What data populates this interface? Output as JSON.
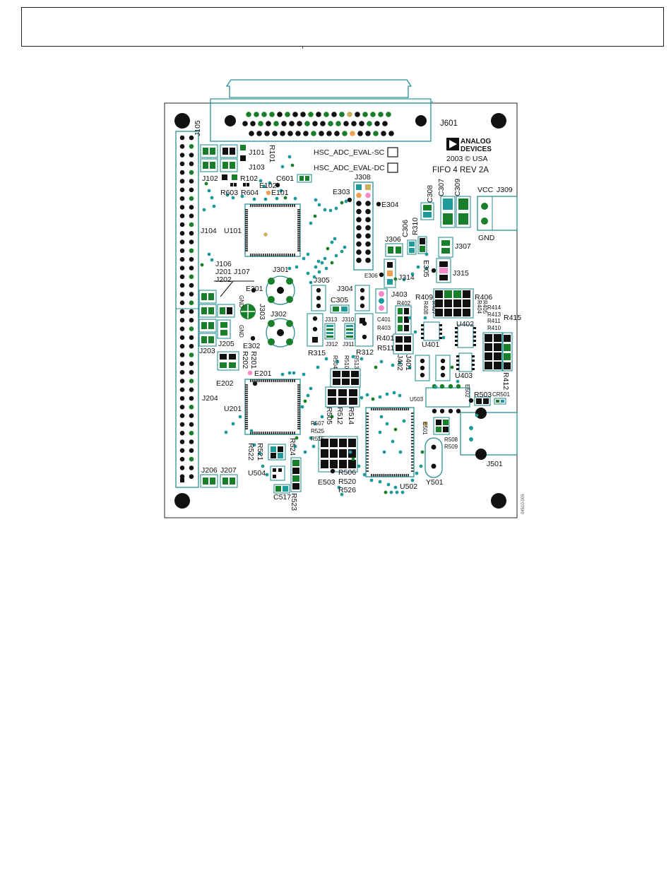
{
  "board": {
    "silkscreen": {
      "j601": "J601",
      "brand_line1": "ANALOG",
      "brand_line2": "DEVICES",
      "year_country": "2003 © USA",
      "board_name": "FIFO 4 REV 2A",
      "variant_sc": "HSC_ADC_EVAL-SC",
      "variant_dc": "HSC_ADC_EVAL-DC",
      "vcc": "VCC",
      "gnd": "GND",
      "side_code": "04510-005"
    },
    "labels": [
      {
        "text": "J105",
        "cls": "lbl"
      },
      {
        "text": "J101",
        "cls": "lbl"
      },
      {
        "text": "R101",
        "cls": "lbl"
      },
      {
        "text": "J103",
        "cls": "lbl"
      },
      {
        "text": "J102",
        "cls": "lbl"
      },
      {
        "text": "R102",
        "cls": "lbl"
      },
      {
        "text": "R603",
        "cls": "lbl"
      },
      {
        "text": "R604",
        "cls": "lbl"
      },
      {
        "text": "E102",
        "cls": "lbl"
      },
      {
        "text": "E101",
        "cls": "lbl"
      },
      {
        "text": "C601",
        "cls": "lbl"
      },
      {
        "text": "J308",
        "cls": "lbl"
      },
      {
        "text": "E303",
        "cls": "lbl"
      },
      {
        "text": "E304",
        "cls": "lbl"
      },
      {
        "text": "J104",
        "cls": "lbl"
      },
      {
        "text": "U101",
        "cls": "lbl"
      },
      {
        "text": "J106",
        "cls": "lbl"
      },
      {
        "text": "J201",
        "cls": "lbl"
      },
      {
        "text": "J107",
        "cls": "lbl"
      },
      {
        "text": "J202",
        "cls": "lbl"
      },
      {
        "text": "J301",
        "cls": "lbl"
      },
      {
        "text": "E301",
        "cls": "lbl"
      },
      {
        "text": "GND",
        "cls": "lbl-sm"
      },
      {
        "text": "J303",
        "cls": "lbl"
      },
      {
        "text": "J302",
        "cls": "lbl"
      },
      {
        "text": "GND",
        "cls": "lbl-sm"
      },
      {
        "text": "E302",
        "cls": "lbl"
      },
      {
        "text": "J203",
        "cls": "lbl"
      },
      {
        "text": "J205",
        "cls": "lbl"
      },
      {
        "text": "R201",
        "cls": "lbl"
      },
      {
        "text": "R202",
        "cls": "lbl"
      },
      {
        "text": "E201",
        "cls": "lbl"
      },
      {
        "text": "E202",
        "cls": "lbl"
      },
      {
        "text": "J204",
        "cls": "lbl"
      },
      {
        "text": "U201",
        "cls": "lbl"
      },
      {
        "text": "J305",
        "cls": "lbl"
      },
      {
        "text": "J304",
        "cls": "lbl"
      },
      {
        "text": "C305",
        "cls": "lbl"
      },
      {
        "text": "J313",
        "cls": "lbl-sm"
      },
      {
        "text": "J310",
        "cls": "lbl-sm"
      },
      {
        "text": "J312",
        "cls": "lbl-sm"
      },
      {
        "text": "J311",
        "cls": "lbl-sm"
      },
      {
        "text": "R315",
        "cls": "lbl"
      },
      {
        "text": "R312",
        "cls": "lbl"
      },
      {
        "text": "J306",
        "cls": "lbl"
      },
      {
        "text": "C306",
        "cls": "lbl"
      },
      {
        "text": "R310",
        "cls": "lbl"
      },
      {
        "text": "E306",
        "cls": "lbl-sm"
      },
      {
        "text": "J314",
        "cls": "lbl"
      },
      {
        "text": "E305",
        "cls": "lbl"
      },
      {
        "text": "J403",
        "cls": "lbl"
      },
      {
        "text": "J307",
        "cls": "lbl"
      },
      {
        "text": "J315",
        "cls": "lbl"
      },
      {
        "text": "C308",
        "cls": "lbl"
      },
      {
        "text": "C307",
        "cls": "lbl"
      },
      {
        "text": "C309",
        "cls": "lbl"
      },
      {
        "text": "J309",
        "cls": "lbl"
      },
      {
        "text": "R409",
        "cls": "lbl"
      },
      {
        "text": "R406",
        "cls": "lbl"
      },
      {
        "text": "R407",
        "cls": "lbl-sm"
      },
      {
        "text": "R408",
        "cls": "lbl-sm"
      },
      {
        "text": "R404",
        "cls": "lbl-sm"
      },
      {
        "text": "R405",
        "cls": "lbl-sm"
      },
      {
        "text": "R414",
        "cls": "lbl-sm"
      },
      {
        "text": "R413",
        "cls": "lbl-sm"
      },
      {
        "text": "R411",
        "cls": "lbl-sm"
      },
      {
        "text": "R410",
        "cls": "lbl-sm"
      },
      {
        "text": "R415",
        "cls": "lbl"
      },
      {
        "text": "R402",
        "cls": "lbl-sm"
      },
      {
        "text": "C401",
        "cls": "lbl-sm"
      },
      {
        "text": "R403",
        "cls": "lbl-sm"
      },
      {
        "text": "R401",
        "cls": "lbl"
      },
      {
        "text": "R511",
        "cls": "lbl"
      },
      {
        "text": "U401",
        "cls": "lbl"
      },
      {
        "text": "U402",
        "cls": "lbl"
      },
      {
        "text": "U403",
        "cls": "lbl"
      },
      {
        "text": "R412",
        "cls": "lbl"
      },
      {
        "text": "J401",
        "cls": "lbl"
      },
      {
        "text": "J402",
        "cls": "lbl"
      },
      {
        "text": "R504",
        "cls": "lbl-sm"
      },
      {
        "text": "R510",
        "cls": "lbl-sm"
      },
      {
        "text": "R513",
        "cls": "lbl-sm"
      },
      {
        "text": "R505",
        "cls": "lbl"
      },
      {
        "text": "R512",
        "cls": "lbl"
      },
      {
        "text": "R514",
        "cls": "lbl"
      },
      {
        "text": "U503",
        "cls": "lbl-sm"
      },
      {
        "text": "E502",
        "cls": "lbl-sm"
      },
      {
        "text": "R503",
        "cls": "lbl"
      },
      {
        "text": "CR501",
        "cls": "lbl-sm"
      },
      {
        "text": "R507",
        "cls": "lbl-sm"
      },
      {
        "text": "R525",
        "cls": "lbl-sm"
      },
      {
        "text": "R515",
        "cls": "lbl-sm"
      },
      {
        "text": "R521",
        "cls": "lbl"
      },
      {
        "text": "R522",
        "cls": "lbl"
      },
      {
        "text": "R524",
        "cls": "lbl"
      },
      {
        "text": "E501",
        "cls": "lbl-sm"
      },
      {
        "text": "R508",
        "cls": "lbl-sm"
      },
      {
        "text": "R509",
        "cls": "lbl-sm"
      },
      {
        "text": "J501",
        "cls": "lbl"
      },
      {
        "text": "U504",
        "cls": "lbl"
      },
      {
        "text": "R506",
        "cls": "lbl"
      },
      {
        "text": "R520",
        "cls": "lbl"
      },
      {
        "text": "E503",
        "cls": "lbl"
      },
      {
        "text": "R526",
        "cls": "lbl"
      },
      {
        "text": "U502",
        "cls": "lbl"
      },
      {
        "text": "Y501",
        "cls": "lbl"
      },
      {
        "text": "J206",
        "cls": "lbl"
      },
      {
        "text": "J207",
        "cls": "lbl"
      },
      {
        "text": "C517",
        "cls": "lbl"
      },
      {
        "text": "R523",
        "cls": "lbl"
      }
    ]
  },
  "colors": {
    "outline": "#2a8f95",
    "pad_black": "#111111",
    "pad_green": "#1a7f2a",
    "pad_teal": "#1f9a9a",
    "pad_orange": "#f0a050",
    "pad_pink": "#f48ac8",
    "pad_tan": "#c9b060"
  }
}
